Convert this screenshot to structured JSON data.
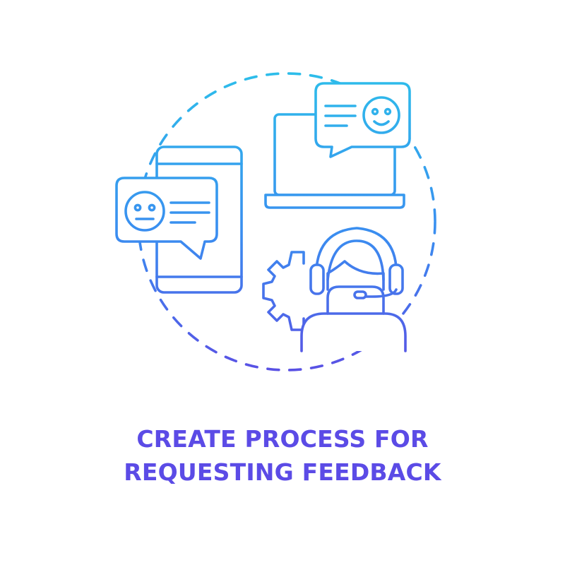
{
  "caption": {
    "line1": "CREATE PROCESS FOR",
    "line2": "REQUESTING FEEDBACK",
    "color": "#5b4be6"
  },
  "palette": {
    "gradient_top": "#2cc0ea",
    "gradient_mid": "#3a8df0",
    "gradient_bottom": "#5a4fe4"
  },
  "icons": [
    "dashed-circle",
    "smartphone-icon",
    "neutral-face-speech-bubble-icon",
    "laptop-icon",
    "happy-face-speech-bubble-icon",
    "gear-icon",
    "support-agent-headset-icon"
  ]
}
